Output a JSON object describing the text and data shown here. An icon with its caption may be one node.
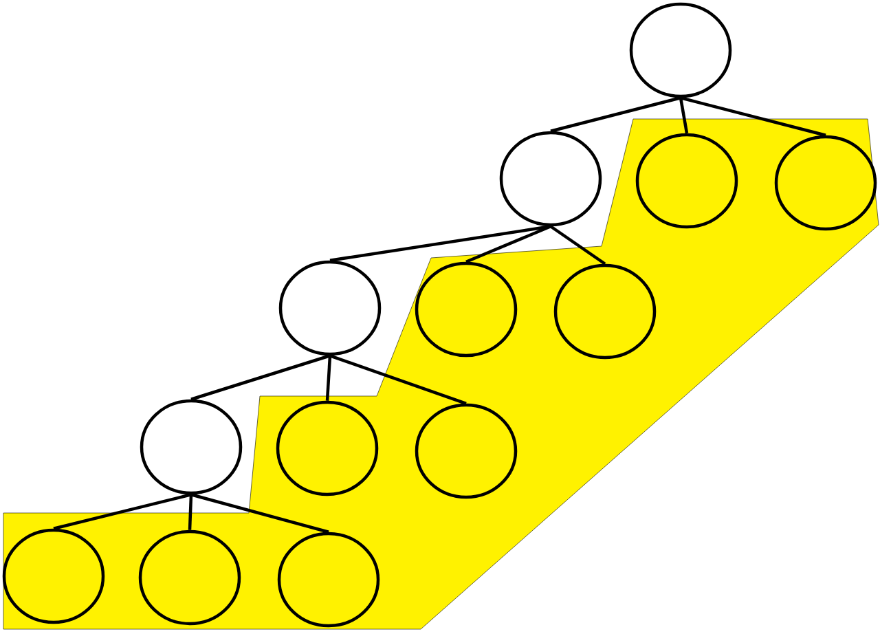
{
  "diagram": {
    "nodes": [
      {
        "text": [],
        "shape": "band"
      },
      {
        "text": [],
        "shape": "circle"
      },
      {
        "text": [],
        "shape": "circle"
      },
      {
        "text": [],
        "shape": "circle",
        "in": 0
      },
      {
        "text": [],
        "shape": "circle",
        "in": 0
      },
      {
        "text": [],
        "shape": "circle"
      },
      {
        "text": [],
        "shape": "circle",
        "in": 0
      },
      {
        "text": [],
        "shape": "circle",
        "in": 0
      },
      {
        "text": [],
        "shape": "circle"
      },
      {
        "text": [],
        "shape": "circle",
        "in": 0
      },
      {
        "text": [],
        "shape": "circle",
        "in": 0
      },
      {
        "text": [],
        "shape": "circle",
        "in": 0
      },
      {
        "text": [],
        "shape": "circle",
        "in": 0
      },
      {
        "text": [],
        "shape": "circle",
        "in": 0
      }
    ],
    "edges": [
      {
        "from": 1,
        "to": 2,
        "arrow": "none"
      },
      {
        "from": 1,
        "to": 3,
        "arrow": "none"
      },
      {
        "from": 1,
        "to": 4,
        "arrow": "none"
      },
      {
        "from": 2,
        "to": 5,
        "arrow": "none"
      },
      {
        "from": 2,
        "to": 6,
        "arrow": "none"
      },
      {
        "from": 2,
        "to": 7,
        "arrow": "none"
      },
      {
        "from": 5,
        "to": 8,
        "arrow": "none"
      },
      {
        "from": 5,
        "to": 9,
        "arrow": "none"
      },
      {
        "from": 5,
        "to": 10,
        "arrow": "none"
      },
      {
        "from": 8,
        "to": 11,
        "arrow": "none"
      },
      {
        "from": 8,
        "to": 12,
        "arrow": "none"
      },
      {
        "from": 8,
        "to": 13,
        "arrow": "none"
      }
    ]
  }
}
